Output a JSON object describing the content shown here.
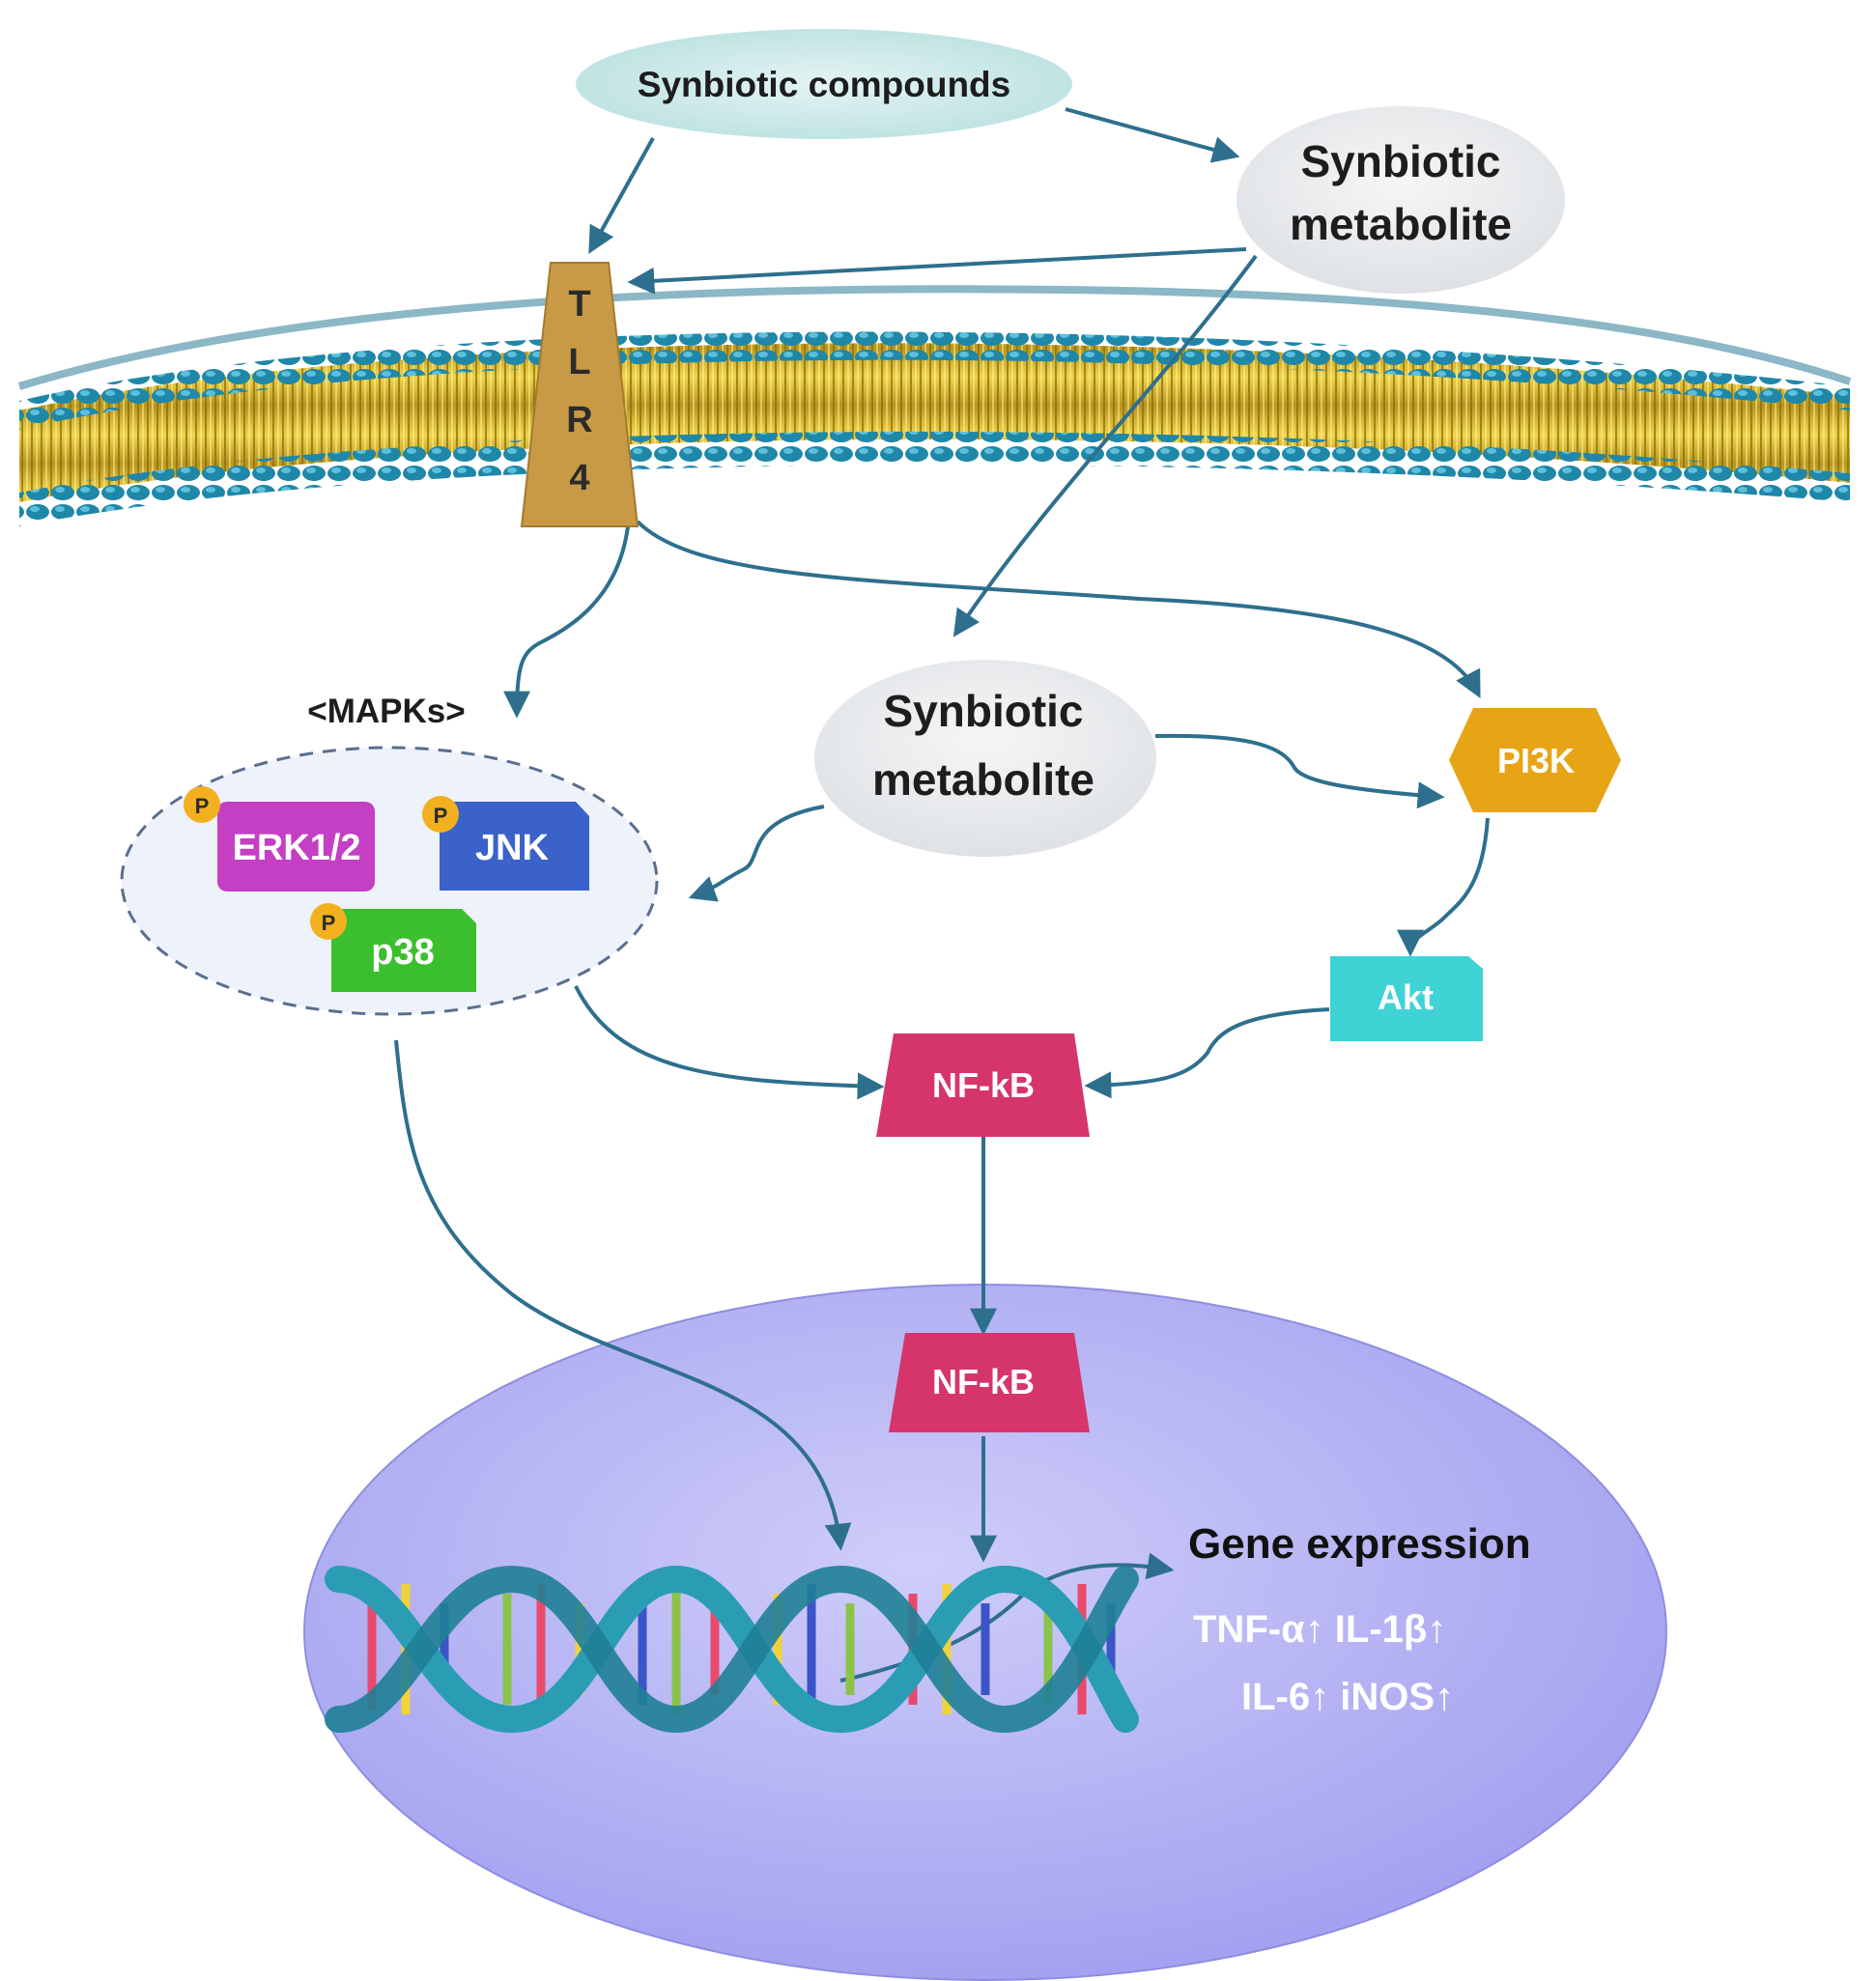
{
  "nodes": {
    "synbiotic_compounds": "Synbiotic compounds",
    "metabolite_top_line1": "Synbiotic",
    "metabolite_top_line2": "metabolite",
    "tlr4_letters": [
      "T",
      "L",
      "R",
      "4"
    ],
    "mapks_label": "<MAPKs>",
    "erk": "ERK1/2",
    "jnk": "JNK",
    "p38": "p38",
    "phospho": "P",
    "metabolite_mid_line1": "Synbiotic",
    "metabolite_mid_line2": "metabolite",
    "pi3k": "PI3K",
    "akt": "Akt",
    "nfkb_cyto": "NF-kB",
    "nfkb_nucleus": "NF-kB",
    "gene_expression": "Gene expression",
    "genes_line1": "TNF-α↑  IL-1β↑",
    "genes_line2": "IL-6↑  iNOS↑"
  },
  "colors": {
    "arrow": "#2e6f8e",
    "membrane_head": "#1f87a8",
    "membrane_tail": "#d9b832",
    "tlr4": "#c89a45",
    "erk": "#c43fc4",
    "jnk": "#3a62c9",
    "p38": "#3cbf2e",
    "phospho": "#f2b01e",
    "pi3k": "#e7a415",
    "akt": "#3fd3d6",
    "nfkb": "#d6356b",
    "nucleus": "#b7b6f3",
    "dna": "#2a9db4"
  }
}
